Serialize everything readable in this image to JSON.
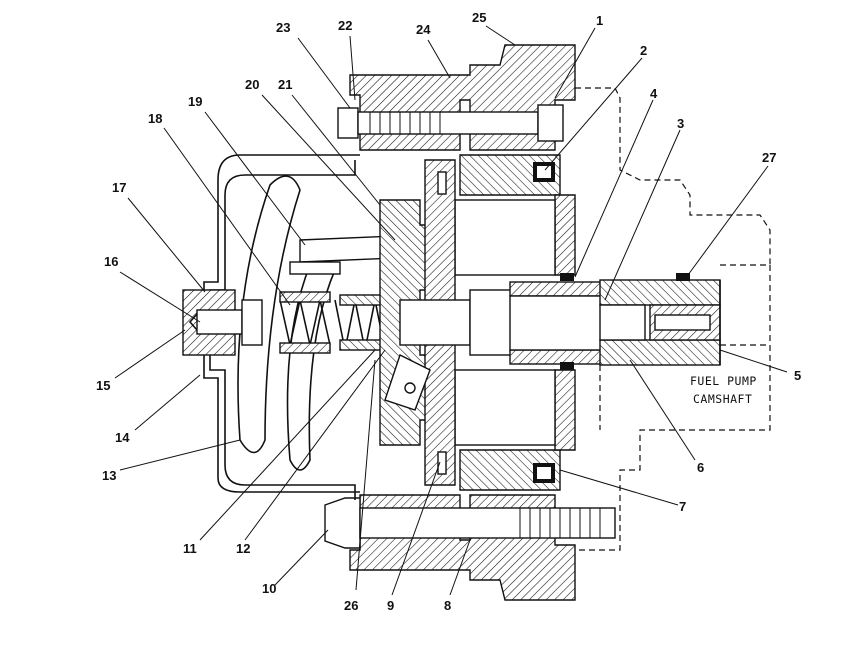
{
  "figure": {
    "note_line1": "FUEL PUMP",
    "note_line2": "CAMSHAFT",
    "callouts": [
      {
        "id": "c1",
        "text": "1"
      },
      {
        "id": "c2",
        "text": "2"
      },
      {
        "id": "c3",
        "text": "3"
      },
      {
        "id": "c4",
        "text": "4"
      },
      {
        "id": "c5",
        "text": "5"
      },
      {
        "id": "c6",
        "text": "6"
      },
      {
        "id": "c7",
        "text": "7"
      },
      {
        "id": "c8",
        "text": "8"
      },
      {
        "id": "c9",
        "text": "9"
      },
      {
        "id": "c10",
        "text": "10"
      },
      {
        "id": "c11",
        "text": "11"
      },
      {
        "id": "c12",
        "text": "12"
      },
      {
        "id": "c13",
        "text": "13"
      },
      {
        "id": "c14",
        "text": "14"
      },
      {
        "id": "c15",
        "text": "15"
      },
      {
        "id": "c16",
        "text": "16"
      },
      {
        "id": "c17",
        "text": "17"
      },
      {
        "id": "c18",
        "text": "18"
      },
      {
        "id": "c19",
        "text": "19"
      },
      {
        "id": "c20",
        "text": "20"
      },
      {
        "id": "c21",
        "text": "21"
      },
      {
        "id": "c22",
        "text": "22"
      },
      {
        "id": "c23",
        "text": "23"
      },
      {
        "id": "c24",
        "text": "24"
      },
      {
        "id": "c25",
        "text": "25"
      },
      {
        "id": "c26",
        "text": "26"
      },
      {
        "id": "c27",
        "text": "27"
      }
    ]
  }
}
